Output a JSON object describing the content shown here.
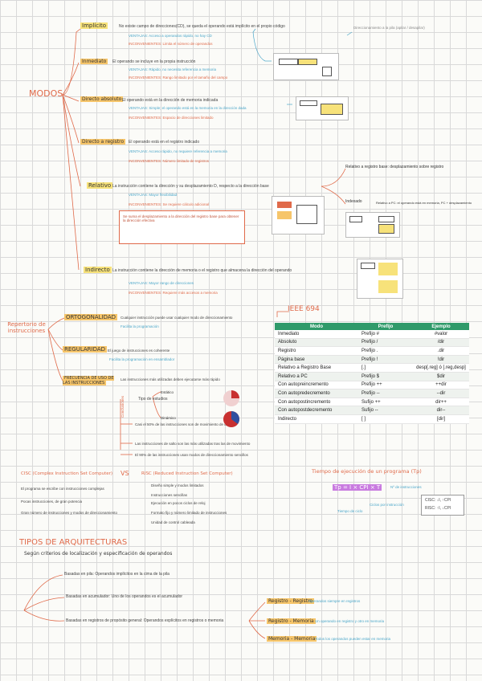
{
  "modos": {
    "title": "MODOS",
    "implicito": {
      "label": "Implícito",
      "desc": "No existe campo de direcciones(CD), se queda el operando está implícito en el propio código",
      "ventaja": "VENTAJAS: Acceso a operandos rápido, no hay CD",
      "inconveniente": "INCONVENIENTES: Limita el número de operandos",
      "note": "Direccionamiento a la pila (apilar / desapilar)"
    },
    "inmediato": {
      "label": "Inmediato",
      "desc": "El operando se incluye en la propia instrucción",
      "ventaja": "VENTAJAS: Rápido, no necesita referencia a memoria",
      "inconveniente": "INCONVENIENTES: Rango limitado por el tamaño del campo"
    },
    "directo_absoluto": {
      "label": "Directo absoluto",
      "desc": "El operando está en la dirección de memoria indicada",
      "ventaja": "VENTAJAS: Simple; el operando está en la memoria en la dirección dada",
      "inconveniente": "INCONVENIENTES: Espacio de direcciones limitado"
    },
    "directo_registro": {
      "label": "Directo a registro",
      "desc": "El operando está en el registro indicado",
      "ventaja": "VENTAJAS: Acceso rápido, no requiere referencia a memoria",
      "inconveniente": "INCONVENIENTES: Número limitado de registros"
    },
    "relativo": {
      "label": "Relativo",
      "desc": "La instrucción contiene la dirección y su desplazamiento D, respecto a la dirección base",
      "ventaja": "VENTAJAS: Mayor flexibilidad",
      "inconveniente": "INCONVENIENTES: Se requiere cálculo adicional",
      "a_registro_base": "Relativo a registro base: desplazamiento sobre registro",
      "a_pc": "Relativo a PC: el operando está en memoria, PC + desplazamiento",
      "indexado": "Indexado",
      "note_box": "Se suma el desplazamiento a la dirección del registro base para obtener la dirección efectiva"
    },
    "indirecto": {
      "label": "Indirecto",
      "desc": "La instrucción contiene la dirección de memoria o el registro que almacena la dirección del operando",
      "ventaja": "VENTAJAS: Mayor rango de direcciones",
      "inconveniente": "INCONVENIENTES: Requiere más accesos a memoria"
    }
  },
  "repertorio": {
    "title": "Repertorio de instrucciones",
    "ortogonalidad": {
      "label": "ORTOGONALIDAD",
      "desc": "Cualquier instrucción puede usar cualquier modo de direccionamiento",
      "sub": "Facilita la programación"
    },
    "regularidad": {
      "label": "REGULARIDAD",
      "desc": "El juego de instrucciones es coherente",
      "sub": "Facilita la programación en ensamblador"
    },
    "frecuencia": {
      "label": "FRECUENCIA DE USO DE LAS INSTRUCCIONES",
      "desc": "Las instrucciones más utilizadas deben ejecutarse más rápido",
      "tipo": "Tipo de estudios",
      "estatico": "Estático",
      "dinamico": "Dinámico",
      "conclusiones": "Conclusiones",
      "bullets": [
        "Casi el 50% de las instrucciones son de movimiento de datos",
        "Las instrucciones de salto son las más utilizadas tras las de movimiento",
        "El 90% de las instrucciones usan modos de direccionamiento sencillos"
      ]
    }
  },
  "ieee": {
    "title": "IEEE 694",
    "headers": [
      "Modo",
      "Prefijo",
      "Ejemplo"
    ],
    "rows": [
      [
        "Inmediato",
        "Prefijo #",
        "#valor"
      ],
      [
        "Absoluto",
        "Prefijo /",
        "/dir"
      ],
      [
        "Registro",
        "Prefijo .",
        ".dir"
      ],
      [
        "Página base",
        "Prefijo !",
        "!dir"
      ],
      [
        "Relativo a Registro Base",
        "[.]",
        "desp[.reg] ó [.reg,desp]"
      ],
      [
        "Relativo a PC",
        "Prefijo $",
        "$dir"
      ],
      [
        "Con autopreincremento",
        "Prefijo ++",
        "++dir"
      ],
      [
        "Con autopredecremento",
        "Prefijo --",
        "--dir"
      ],
      [
        "Con autopostincremento",
        "Sufijo ++",
        "dir++"
      ],
      [
        "Con autopostdecremento",
        "Sufijo --",
        "dir--"
      ],
      [
        "Indirecto",
        "[ ]",
        "[dir]"
      ]
    ]
  },
  "cisc_risc": {
    "cisc": "CISC (Complex Instruction Set Computer)",
    "vs": "VS",
    "risc": "RISC (Reduced Instruction Set Computer)",
    "cisc_points": [
      "El programa se escribe con instrucciones complejas",
      "Pocas instrucciones, de gran potencia",
      "Gran número de instrucciones y modos de direccionamiento"
    ],
    "risc_points": [
      "Diseño simple y modos limitados",
      "Instrucciones sencillas",
      "Ejecución en pocos ciclos de reloj",
      "Formato fijo y número limitado de instrucciones",
      "Unidad de control cableada"
    ],
    "tiempo_title": "Tiempo de ejecución de un programa (Tp)",
    "formula": "Tp = I × CPI × T",
    "formula_notes": [
      "Nº de instrucciones",
      "Ciclos por instrucción",
      "Tiempo de ciclo"
    ],
    "box_lines": [
      "CISC: ↓I, ↑CPI",
      "RISC: ↑I, ↓CPI"
    ]
  },
  "arquitecturas": {
    "title": "TIPOS DE ARQUITECTURAS",
    "subtitle": "Según criterios de localización y especificación de operandos",
    "items": [
      "Basadas en pila: Operandos implícitos en la cima de la pila",
      "Basadas en acumulador: Uno de los operandos es el acumulador",
      "Basadas en registros de propósito general: Operandos explícitos en registros o memoria"
    ],
    "sub": [
      {
        "label": "Registro - Registro",
        "desc": "Operandos siempre en registros"
      },
      {
        "label": "Registro - Memoria",
        "desc": "Un operando en registro y otro en memoria"
      },
      {
        "label": "Memoria - Memoria",
        "desc": "Todos los operandos pueden estar en memoria"
      }
    ]
  },
  "colors": {
    "orange": "#e06a4a",
    "blue": "#4aa6c9",
    "yellow": "#f7e27a",
    "green": "#2f9a6a",
    "purple": "#c97be0"
  }
}
